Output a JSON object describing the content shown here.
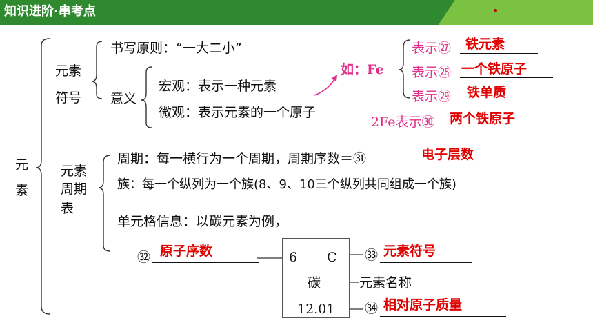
{
  "header": {
    "title": "知识进阶·串考点",
    "dot": "•",
    "color_dark": "#2f8a2f",
    "color_light": "#7cc242"
  },
  "root": {
    "char1": "元",
    "char2": "素"
  },
  "symbol": {
    "label_line1": "元素",
    "label_line2": "符号",
    "rule": "书写原则：“一大二小”",
    "meaning_label": "意义",
    "macro": "宏观：表示一种元素",
    "micro": "微观：表示元素的一个原子"
  },
  "fe": {
    "prefix": "如：Fe",
    "rows": [
      {
        "label": "表示㉗",
        "answer": "铁元素"
      },
      {
        "label": "表示㉘",
        "answer": "一个铁原子"
      },
      {
        "label": "表示㉙",
        "answer": "铁单质"
      }
    ],
    "two_fe_label": "2Fe表示㉚",
    "two_fe_answer": "两个铁原子"
  },
  "table": {
    "label_line1": "元素",
    "label_line2": "周期",
    "label_line3": "表",
    "period": "周期：每一横行为一个周期，周期序数＝㉛",
    "period_answer": "电子层数",
    "group": "族：每一个纵列为一个族(8、9、10三个纵列共同组成一个族)",
    "cell_info": "单元格信息：以碳元素为例，"
  },
  "cell": {
    "number": "6",
    "symbol": "C",
    "name": "碳",
    "mass": "12.01",
    "num_label": "㉜",
    "num_answer": "原子序数",
    "sym_label": "㉝",
    "sym_answer": "元素符号",
    "name_label": "元素名称",
    "mass_label": "㉞",
    "mass_answer": "相对原子质量"
  },
  "colors": {
    "answer": "#e00000",
    "accent_pink": "#e0308a"
  }
}
